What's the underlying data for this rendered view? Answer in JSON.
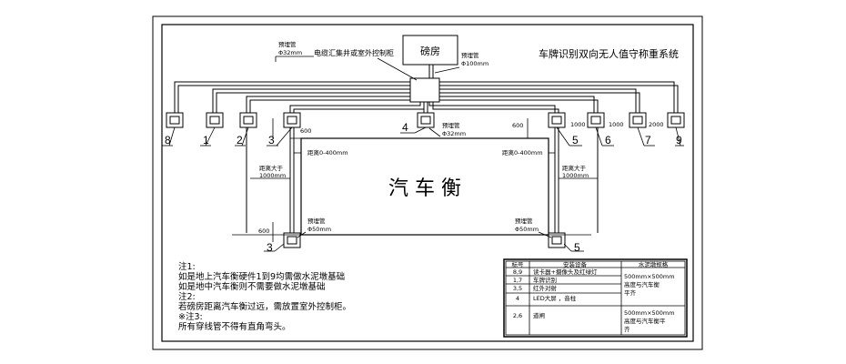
{
  "title": "车牌识别双向无人值守称重系统",
  "weighbridge_room": "磅房",
  "cable_well": "电缆汇集井或室外控制柜",
  "pipe_32": {
    "label": "预埋管",
    "spec": "Φ32mm"
  },
  "pipe_100": {
    "label": "预埋管",
    "spec": "Φ100mm"
  },
  "pipe_32_center": {
    "label": "预埋管",
    "spec": "Φ32mm"
  },
  "pipe_50_left": {
    "label": "预埋管",
    "spec": "Φ50mm"
  },
  "pipe_50_right": {
    "label": "预埋管",
    "spec": "Φ50mm"
  },
  "scale_label": "汽 车 衡",
  "distance_0_400": "距离0-400mm",
  "distance_gt_1000": [
    "距离大于",
    "1000mm"
  ],
  "dim_600": "600",
  "dim_1000": "1000",
  "dim_2000": "2000",
  "post_numbers": [
    "8",
    "1",
    "2",
    "3",
    "4",
    "5",
    "6",
    "7",
    "9",
    "3",
    "5"
  ],
  "notes": [
    "注1:",
    "如是地上汽车衡硬件1到9均需做水泥墩基础",
    "如是地中汽车衡则不需要做水泥墩基础",
    "注2:",
    "若磅房距离汽车衡过远，需放置室外控制柜。",
    "※注3:",
    "所有穿线管不得有直角弯头。"
  ],
  "table": {
    "headers": [
      "标号",
      "安装设备",
      "水泥墩规格"
    ],
    "rows": [
      [
        "8,9",
        "读卡器+摄像头及红绿灯"
      ],
      [
        "1,7",
        "车牌识别"
      ],
      [
        "3,5",
        "红外对射"
      ],
      [
        "4",
        "LED大屏 ，音柱"
      ],
      [
        "2,6",
        "道闸"
      ]
    ],
    "spec_a": [
      "500mm×500mm",
      "高度与汽车衡",
      "平齐"
    ],
    "spec_b": [
      "500mm×500mm",
      "高度与汽车衡平",
      "齐"
    ]
  }
}
